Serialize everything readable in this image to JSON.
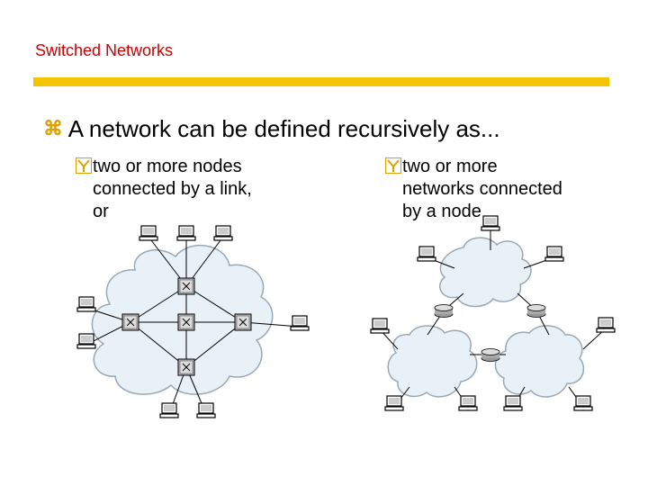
{
  "slide": {
    "title": "Switched Networks",
    "main_bullet": "A network can be defined recursively as...",
    "left_bullet": {
      "line1": "two or more nodes",
      "line2": "connected by a link,",
      "line3": "or"
    },
    "right_bullet": {
      "line1": "two or more",
      "line2": "networks connected",
      "line3": "by a node"
    }
  },
  "colors": {
    "title": "#cc0000",
    "rule": "#f5c400",
    "bullet_glyph": "#e0a000",
    "cloud_fill": "#e8f1f8",
    "cloud_stroke": "#9aa8b4"
  },
  "icons": {
    "main_bullet": "z-bullet-icon",
    "sub_bullet": "y-bullet-icon",
    "host": "computer-icon",
    "switch": "switch-icon",
    "router": "router-icon"
  }
}
